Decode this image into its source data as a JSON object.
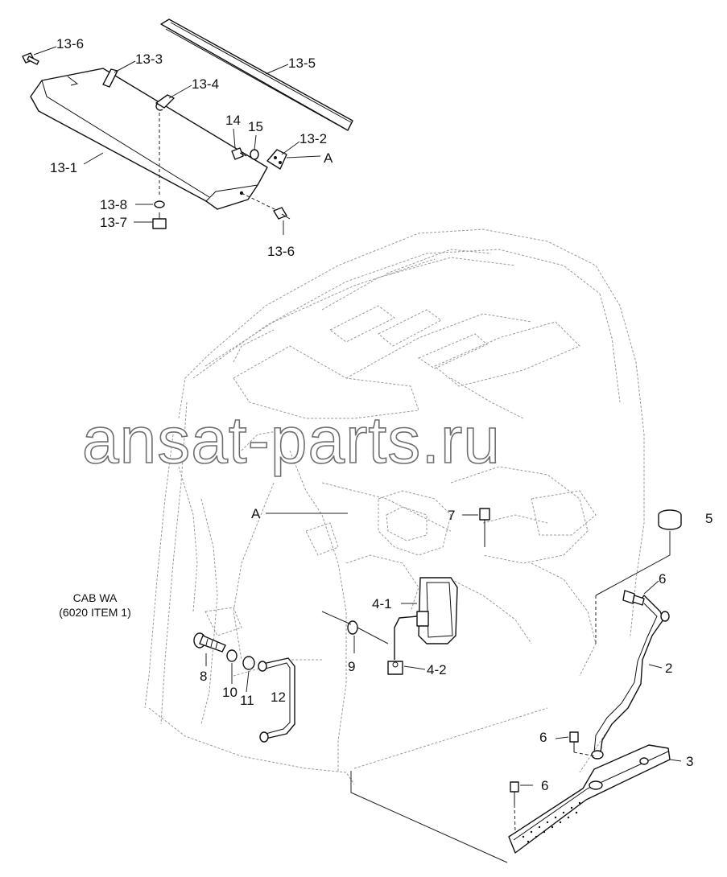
{
  "watermark": "ansat-parts.ru",
  "note": {
    "line1": "CAB WA",
    "line2": "(6020 ITEM 1)"
  },
  "callouts": {
    "c13_6_top": "13-6",
    "c13_3": "13-3",
    "c13_5": "13-5",
    "c13_4": "13-4",
    "c14": "14",
    "c15": "15",
    "c13_2": "13-2",
    "cA_top": "A",
    "c13_1": "13-1",
    "c13_8": "13-8",
    "c13_7": "13-7",
    "c13_6_bottom": "13-6",
    "cA_mid": "A",
    "c7": "7",
    "c5": "5",
    "c6_a": "6",
    "c4_1": "4-1",
    "c9": "9",
    "c4_2": "4-2",
    "c2": "2",
    "c8": "8",
    "c10": "10",
    "c11": "11",
    "c12": "12",
    "c6_b": "6",
    "c3": "3",
    "c6_c": "6"
  }
}
